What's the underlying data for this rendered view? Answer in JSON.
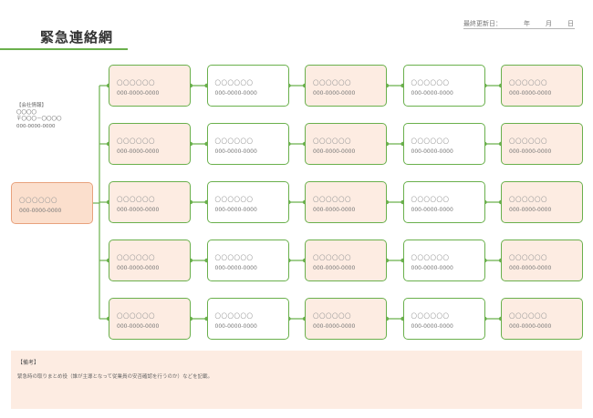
{
  "header": {
    "title": "緊急連絡網",
    "last_updated_label": "最終更新日：",
    "year_label": "年",
    "month_label": "月",
    "day_label": "日"
  },
  "company_info": {
    "heading": "【会社情報】",
    "name": "〇〇〇〇",
    "address": "〒〇〇〇－〇〇〇〇",
    "phone": "000-0000-0000"
  },
  "source_contact": {
    "name": "〇〇〇〇〇〇",
    "phone": "000-0000-0000"
  },
  "network": {
    "name_placeholder": "〇〇〇〇〇〇",
    "phone_placeholder": "000-0000-0000",
    "rows": 5,
    "columns": 5,
    "shaded_columns": [
      0,
      2,
      4
    ],
    "extra_shaded": [
      [
        3,
        2
      ]
    ]
  },
  "notes": {
    "heading": "【備考】",
    "text": "緊急時の取りまとめ役（誰が主導となって従業員の安否確認を行うのか）などを記載。"
  },
  "colors": {
    "line": "#6ab04c",
    "fill": "#fdece2",
    "source_fill": "#fbdfcd"
  }
}
